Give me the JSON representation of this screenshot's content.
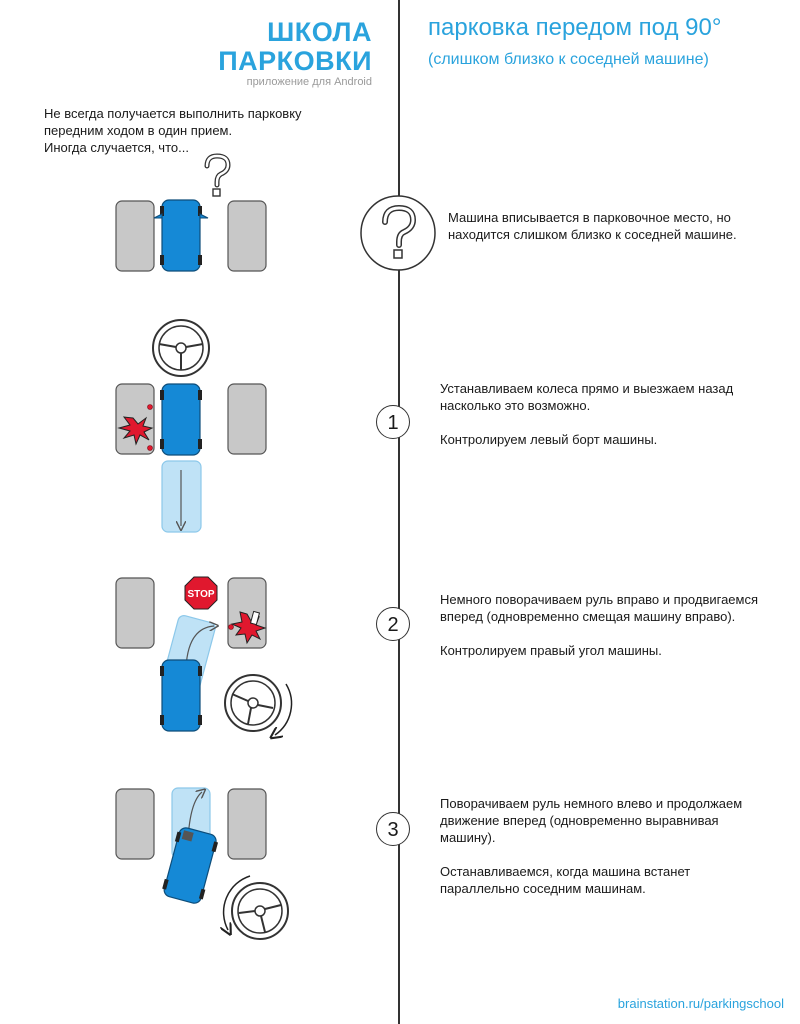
{
  "brand": {
    "line1": "ШКОЛА",
    "line2": "ПАРКОВКИ",
    "subtitle": "приложение для Android"
  },
  "header": {
    "title": "парковка передом под 90°",
    "subtitle": "(слишком близко к соседней машине)"
  },
  "intro": [
    "Не всегда получается выполнить парковку",
    "передним ходом в один прием.",
    "Иногда случается, что..."
  ],
  "steps": [
    {
      "number": "?",
      "paragraphs": [
        "Машина вписывается в парковочное место, но находится слишком близко к соседней машине."
      ]
    },
    {
      "number": "1",
      "paragraphs": [
        "Устанавливаем колеса прямо и выезжаем назад насколько это возможно.",
        "Контролируем левый борт машины."
      ]
    },
    {
      "number": "2",
      "paragraphs": [
        "Немного поворачиваем руль вправо и продвигаемся вперед (одновременно смещая машину вправо).",
        "Контролируем правый угол машины."
      ]
    },
    {
      "number": "3",
      "paragraphs": [
        "Поворачиваем руль немного влево и продолжаем движение вперед (одновременно выравнивая машину).",
        "Останавливаемся, когда машина встанет параллельно соседним машинам."
      ]
    }
  ],
  "stop_sign": "STOP",
  "footer": {
    "link": "brainstation.ru/parkingschool"
  },
  "colors": {
    "accent": "#2aa3dd",
    "car": "#1589d6",
    "ghost": "#bfe2f6",
    "neighbor": "#c8c8c8",
    "crash": "#e0182e"
  }
}
